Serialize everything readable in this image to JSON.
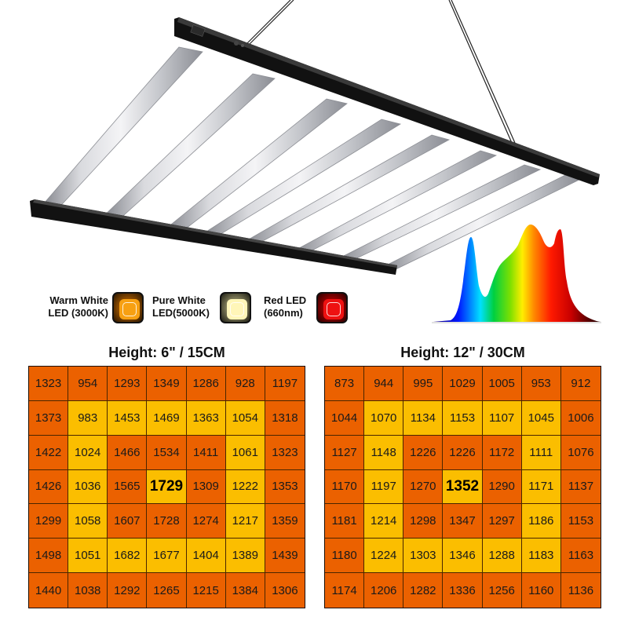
{
  "legend": {
    "items": [
      {
        "line1": "Warm White",
        "line2": "LED (3000K)",
        "icon": "warm-white-led-icon",
        "color": "#F7A012"
      },
      {
        "line1": "Pure White",
        "line2": "LED(5000K)",
        "icon": "pure-white-led-icon",
        "color": "#FFF6B8"
      },
      {
        "line1": "Red LED",
        "line2": "(660nm)",
        "icon": "red-led-icon",
        "color": "#EE1111"
      }
    ]
  },
  "colors": {
    "high": "#EB6100",
    "low": "#FBBE00"
  },
  "grids": [
    {
      "title": "Height: 6\" / 15CM",
      "peak": "1729",
      "rows": [
        [
          "1323",
          "954",
          "1293",
          "1349",
          "1286",
          "928",
          "1197"
        ],
        [
          "1373",
          "983",
          "1453",
          "1469",
          "1363",
          "1054",
          "1318"
        ],
        [
          "1422",
          "1024",
          "1466",
          "1534",
          "1411",
          "1061",
          "1323"
        ],
        [
          "1426",
          "1036",
          "1565",
          "1729",
          "1309",
          "1222",
          "1353"
        ],
        [
          "1299",
          "1058",
          "1607",
          "1728",
          "1274",
          "1217",
          "1359"
        ],
        [
          "1498",
          "1051",
          "1682",
          "1677",
          "1404",
          "1389",
          "1439"
        ],
        [
          "1440",
          "1038",
          "1292",
          "1265",
          "1215",
          "1384",
          "1306"
        ]
      ],
      "pattern": [
        "ooooooo",
        "oyyyyyo",
        "oyoooyo",
        "oyoyoyo",
        "oyoooyo",
        "oyyyyyo",
        "ooooooo"
      ]
    },
    {
      "title": "Height: 12\" / 30CM",
      "peak": "1352",
      "rows": [
        [
          "873",
          "944",
          "995",
          "1029",
          "1005",
          "953",
          "912"
        ],
        [
          "1044",
          "1070",
          "1134",
          "1153",
          "1107",
          "1045",
          "1006"
        ],
        [
          "1127",
          "1148",
          "1226",
          "1226",
          "1172",
          "1111",
          "1076"
        ],
        [
          "1170",
          "1197",
          "1270",
          "1352",
          "1290",
          "1171",
          "1137"
        ],
        [
          "1181",
          "1214",
          "1298",
          "1347",
          "1297",
          "1186",
          "1153"
        ],
        [
          "1180",
          "1224",
          "1303",
          "1346",
          "1288",
          "1183",
          "1163"
        ],
        [
          "1174",
          "1206",
          "1282",
          "1336",
          "1256",
          "1160",
          "1136"
        ]
      ],
      "pattern": [
        "ooooooo",
        "oyyyyyo",
        "oyoooyo",
        "oyoyoyo",
        "oyoooyo",
        "oyyyyyo",
        "ooooooo"
      ]
    }
  ]
}
